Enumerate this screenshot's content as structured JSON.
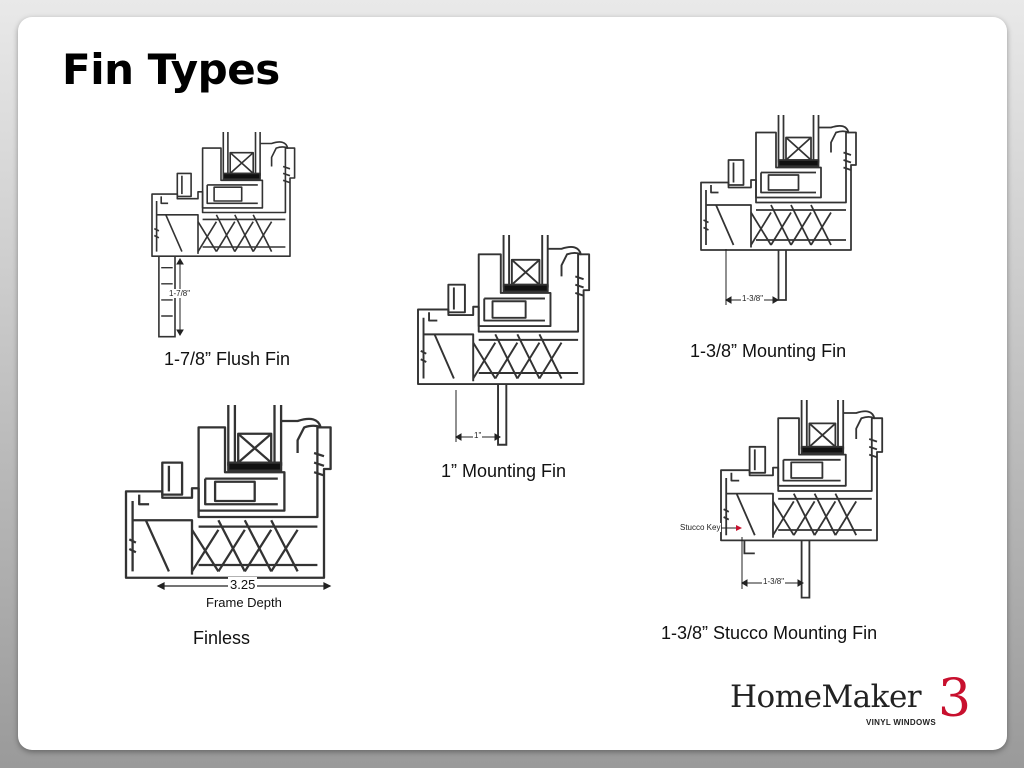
{
  "slide": {
    "title": "Fin Types"
  },
  "diagrams": [
    {
      "caption": "1-7/8” Flush Fin",
      "dimension": "1-7/8\""
    },
    {
      "caption": "Finless",
      "dimension": "3.25",
      "dimension_note": "Frame Depth"
    },
    {
      "caption": "1” Mounting Fin",
      "dimension": "1\""
    },
    {
      "caption": "1-3/8” Mounting Fin",
      "dimension": "1-3/8\""
    },
    {
      "caption": "1-3/8” Stucco Mounting Fin",
      "dimension": "1-3/8\"",
      "callout": "Stucco Key"
    }
  ],
  "logo": {
    "name": "HomeMaker",
    "number": "3",
    "tagline": "VINYL WINDOWS",
    "accent_color": "#c8102e"
  }
}
